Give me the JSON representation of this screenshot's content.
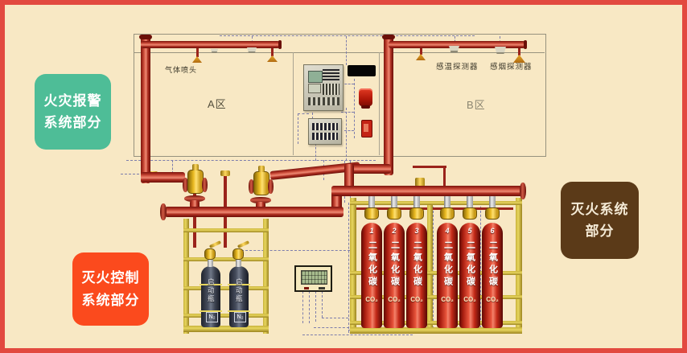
{
  "tags": {
    "fire_alarm": {
      "line1": "火灾报警",
      "line2": "系统部分"
    },
    "extinguish_control": {
      "line1": "灭火控制",
      "line2": "系统部分"
    },
    "extinguish_system": {
      "line1": "灭火系统",
      "line2": "部分"
    }
  },
  "rooms": {
    "zone_a": "A区",
    "zone_b": "B区"
  },
  "annotations": {
    "gas_nozzle": "气体喷头",
    "heat_detector": "感温探测器",
    "smoke_detector": "感烟探测器"
  },
  "co2": {
    "label": "二氧化碳",
    "formula": "CO₂",
    "cylinders": [
      {
        "number": "1"
      },
      {
        "number": "2"
      },
      {
        "number": "3"
      },
      {
        "number": "4"
      },
      {
        "number": "5"
      },
      {
        "number": "6"
      }
    ]
  },
  "n2": {
    "label": "启动瓶",
    "formula": "N₂"
  },
  "colors": {
    "background": "#f8e8c4",
    "frame_red": "#e2493f",
    "tag_teal": "#4ebd97",
    "tag_orange": "#fb4a1d",
    "tag_brown": "#5b3a18",
    "pipe_red": "#b33526",
    "rack_yellow": "#e8d65e",
    "cylinder_red": "#c1261b",
    "bottle_slate": "#474e5e",
    "wire_dash": "#7d7dac"
  }
}
